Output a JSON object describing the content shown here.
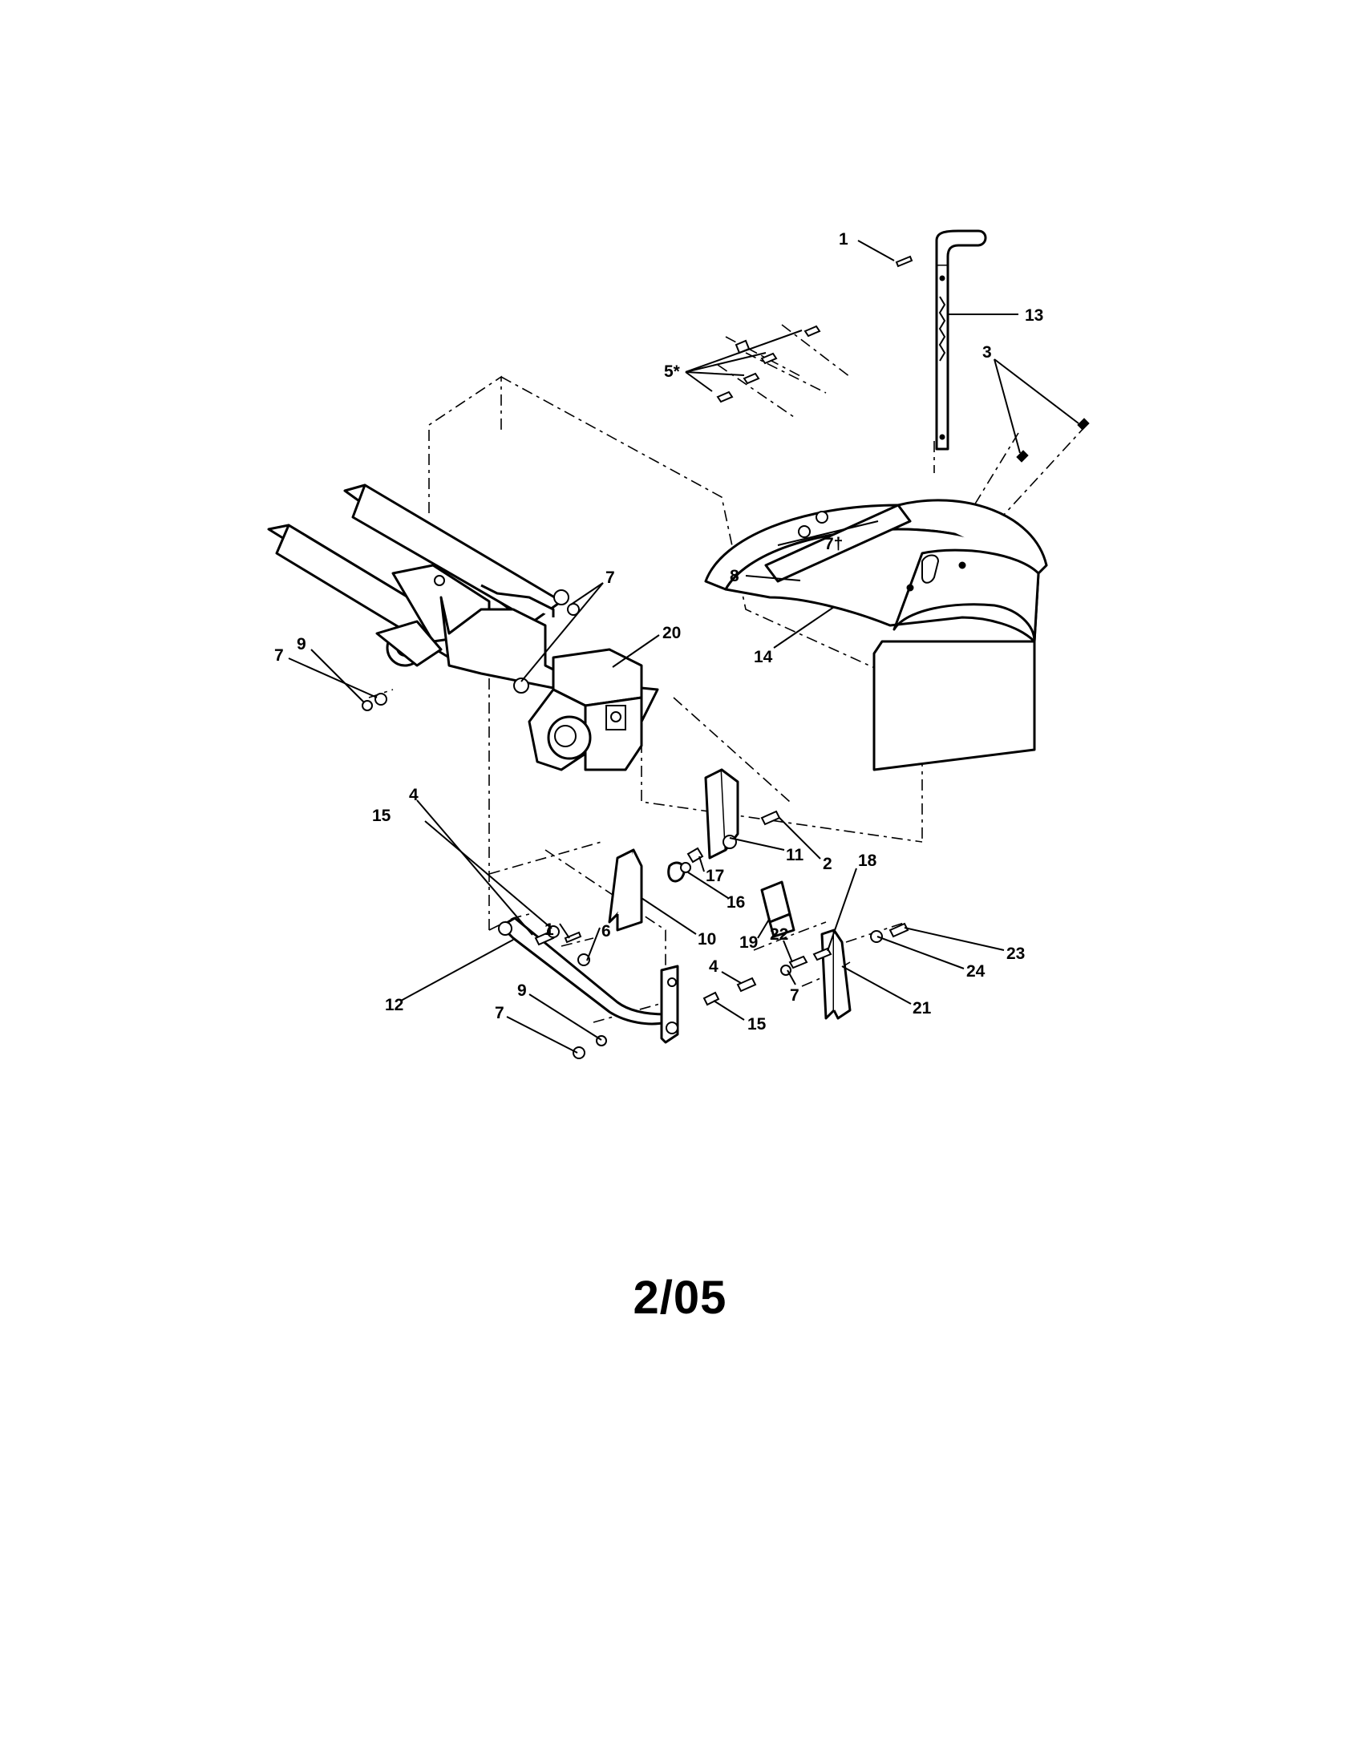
{
  "diagram": {
    "callouts": [
      {
        "id": "c1a",
        "label": "1"
      },
      {
        "id": "c13",
        "label": "13"
      },
      {
        "id": "c5",
        "label": "5*"
      },
      {
        "id": "c3",
        "label": "3"
      },
      {
        "id": "c7a",
        "label": "7"
      },
      {
        "id": "c7dag",
        "label": "7†"
      },
      {
        "id": "c8",
        "label": "8"
      },
      {
        "id": "c14",
        "label": "14"
      },
      {
        "id": "c20",
        "label": "20"
      },
      {
        "id": "c9a",
        "label": "9"
      },
      {
        "id": "c7b",
        "label": "7"
      },
      {
        "id": "c4a",
        "label": "4"
      },
      {
        "id": "c15a",
        "label": "15"
      },
      {
        "id": "c2",
        "label": "2"
      },
      {
        "id": "c11",
        "label": "11"
      },
      {
        "id": "c17",
        "label": "17"
      },
      {
        "id": "c18",
        "label": "18"
      },
      {
        "id": "c16",
        "label": "16"
      },
      {
        "id": "c1b",
        "label": "1"
      },
      {
        "id": "c6",
        "label": "6"
      },
      {
        "id": "c10",
        "label": "10"
      },
      {
        "id": "c19",
        "label": "19"
      },
      {
        "id": "c22",
        "label": "22"
      },
      {
        "id": "c23",
        "label": "23"
      },
      {
        "id": "c24",
        "label": "24"
      },
      {
        "id": "c4b",
        "label": "4"
      },
      {
        "id": "c7c",
        "label": "7"
      },
      {
        "id": "c12",
        "label": "12"
      },
      {
        "id": "c9b",
        "label": "9"
      },
      {
        "id": "c7d",
        "label": "7"
      },
      {
        "id": "c15b",
        "label": "15"
      },
      {
        "id": "c21",
        "label": "21"
      }
    ]
  },
  "footer": {
    "date": "2/05"
  }
}
